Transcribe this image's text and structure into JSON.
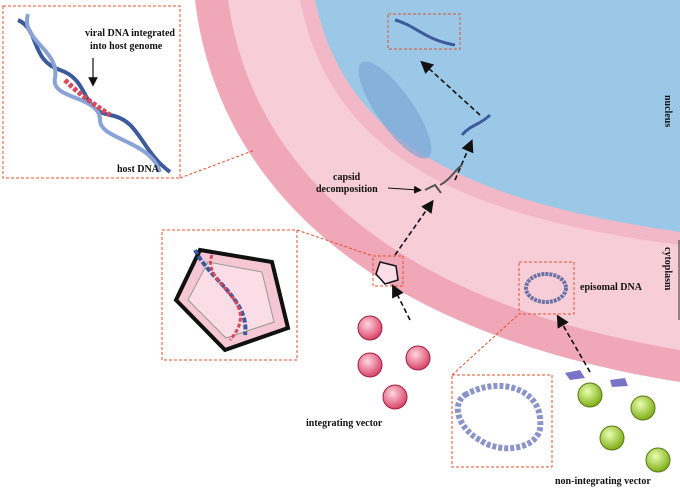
{
  "labels": {
    "viral_dna_line1": "viral DNA integrated",
    "viral_dna_line2": "into host genome",
    "host_dna": "host DNA",
    "capsid_line1": "capsid",
    "capsid_line2": "decomposition",
    "nucleus": "nucleus",
    "cytoplasm": "cytoplasm",
    "episomal_dna": "episomal DNA",
    "integrating_vector": "integrating vector",
    "non_integrating_vector": "non-integrating vector"
  },
  "colors": {
    "nucleus": "#9cc8e8",
    "cytoplasm": "#f7cdd8",
    "membrane": "#f0a7b8",
    "dna_host": "#3d5a9c",
    "dna_viral": "#d9485a",
    "integrating_virus": "#e2607c",
    "non_integrating_virus": "#9ccc2e",
    "callout_border": "#e0502a"
  }
}
